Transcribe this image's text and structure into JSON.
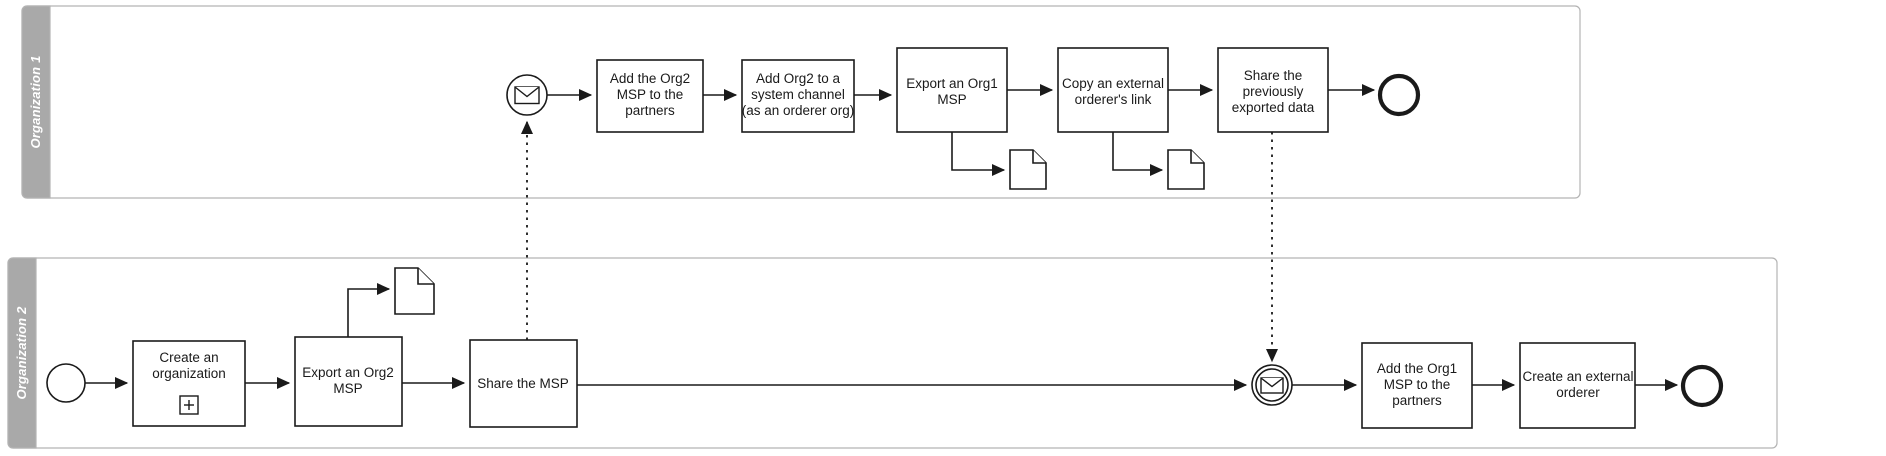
{
  "diagram": {
    "type": "bpmn-collaboration",
    "title": "",
    "background_color": "#ffffff",
    "stroke_color": "#1a1a1a",
    "lane_header_color": "#a9a9a9",
    "pool_border_color": "#b3b3b3"
  },
  "pools": [
    {
      "id": "org1",
      "label": "Organization 1",
      "elements": {
        "start_event": {
          "name": "message-start-event",
          "type": "start-message"
        },
        "tasks": [
          {
            "id": "t1",
            "lines": [
              "Add the Org2",
              "MSP to the",
              "partners"
            ]
          },
          {
            "id": "t2",
            "lines": [
              "Add Org2 to a",
              "system channel",
              "(as an orderer org)"
            ]
          },
          {
            "id": "t3",
            "lines": [
              "Export an Org1",
              "MSP"
            ]
          },
          {
            "id": "t4",
            "lines": [
              "Copy an external",
              "orderer's link"
            ]
          },
          {
            "id": "t5",
            "lines": [
              "Share the",
              "previously",
              "exported data"
            ]
          }
        ],
        "data_objects": [
          {
            "id": "d1",
            "source": "t3"
          },
          {
            "id": "d2",
            "source": "t4"
          }
        ],
        "end_event": {
          "name": "end-event",
          "type": "end-none"
        }
      }
    },
    {
      "id": "org2",
      "label": "Organization 2",
      "elements": {
        "start_event": {
          "name": "start-event",
          "type": "start-none"
        },
        "tasks": [
          {
            "id": "s1",
            "lines": [
              "Create an",
              "organization"
            ],
            "marker": "subprocess-plus"
          },
          {
            "id": "s2",
            "lines": [
              "Export an Org2",
              "MSP"
            ]
          },
          {
            "id": "s3",
            "lines": [
              "Share the MSP"
            ]
          },
          {
            "id": "s4",
            "lines": [
              "Add the Org1",
              "MSP to the",
              "partners"
            ]
          },
          {
            "id": "s5",
            "lines": [
              "Create an external",
              "orderer"
            ]
          }
        ],
        "data_objects": [
          {
            "id": "d3",
            "source": "s2"
          }
        ],
        "intermediate_event": {
          "name": "intermediate-message-catch-event",
          "type": "intermediate-message"
        },
        "end_event": {
          "name": "end-event",
          "type": "end-none"
        }
      }
    }
  ],
  "message_flows": [
    {
      "id": "mf1",
      "from": "org2.s3",
      "to": "org1.start_event"
    },
    {
      "id": "mf2",
      "from": "org1.t5",
      "to": "org2.intermediate_event"
    }
  ]
}
